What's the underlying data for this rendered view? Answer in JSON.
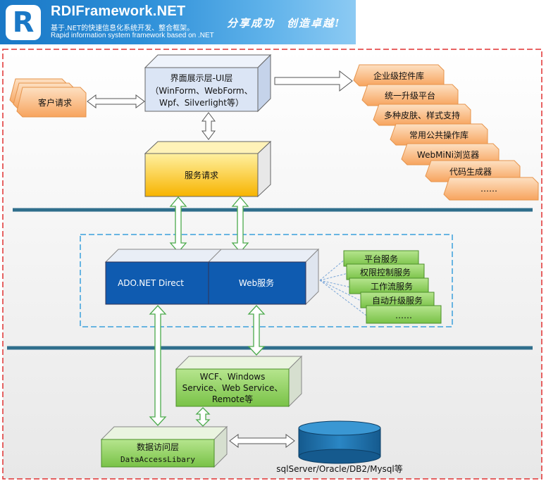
{
  "banner": {
    "title": "RDIFramework.NET",
    "subtitle_cn": "基于.NET的快速信息化系统开发、整合框架。",
    "subtitle_en": "Rapid information system framework based on .NET",
    "slogan": "分享成功　创造卓越!"
  },
  "diagram": {
    "client_request": "客户请求",
    "ui_layer": {
      "line1": "界面展示层-UI层",
      "line2": "（WinForm、WebForm、",
      "line3": "Wpf、Silverlight等）"
    },
    "service_request": "服务请求",
    "ui_features": [
      "企业级控件库",
      "统一升级平台",
      "多种皮肤、样式支持",
      "常用公共操作库",
      "WebMiNi浏览器",
      "代码生成器",
      "……"
    ],
    "ado_direct": "ADO.NET  Direct",
    "web_service": "Web服务",
    "services": [
      "平台服务",
      "权限控制服务",
      "工作流服务",
      "自动升级服务",
      "……"
    ],
    "wcf": {
      "line1": "WCF、Windows",
      "line2": "Service、Web Service、",
      "line3": "Remote等"
    },
    "data_access": {
      "line1": "数据访问层",
      "line2": "DataAccessLibary"
    },
    "database": "sqlServer/Oracle/DB2/Mysql等"
  },
  "colors": {
    "banner_blue": "#1a78c6",
    "ui_box": "#dbe5f5",
    "service_box": "#ffc01a",
    "ado_box": "#0f5bb0",
    "green_box": "#8fd262",
    "orange_tab": "#fbb06e",
    "database": "#1f6fa8",
    "divider": "#2f6e8c",
    "outer_dash": "#e03030",
    "inner_dash": "#3aa0dc"
  },
  "icons": [
    "logo-r-icon",
    "double-arrow-icon",
    "right-arrow-icon",
    "database-cylinder-icon"
  ]
}
